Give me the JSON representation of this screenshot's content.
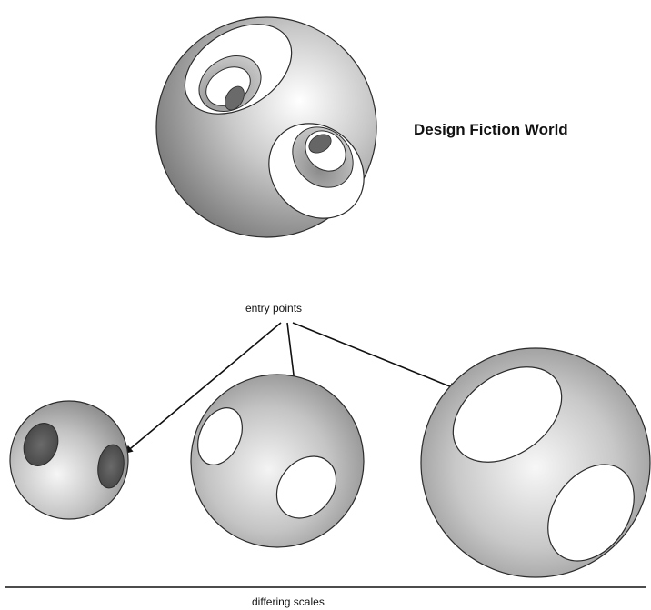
{
  "title": "Design Fiction World",
  "entry_label": "entry points",
  "scale_label": "differing scales",
  "colors": {
    "sphere_light": "#ffffff",
    "sphere_mid": "#c4c4c4",
    "sphere_dark": "#7a7a7a",
    "hole_dark": "#555555",
    "stroke": "#2b2b2b",
    "background": "#ffffff"
  }
}
